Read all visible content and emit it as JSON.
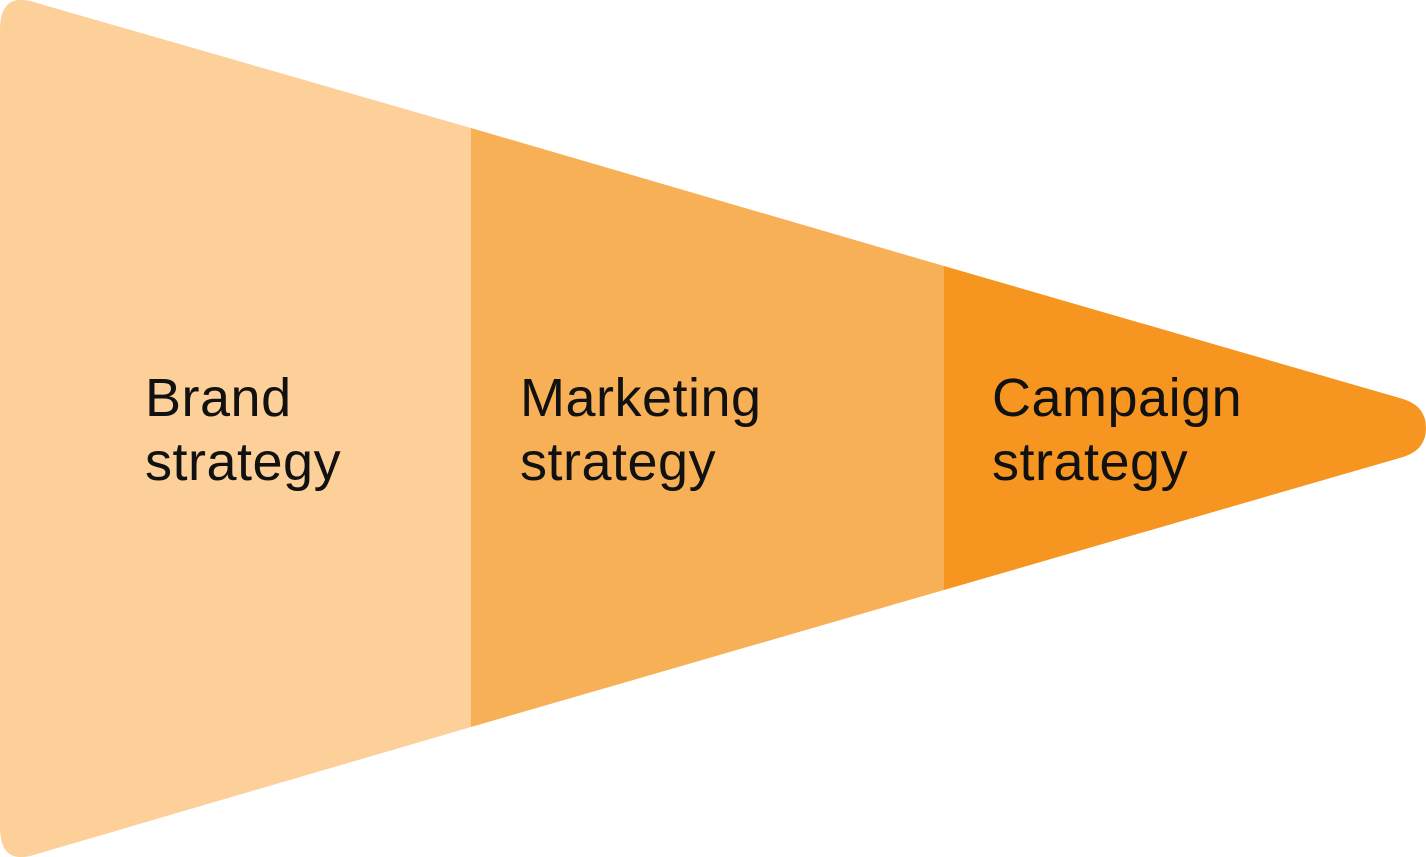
{
  "title": "Strategy funnel",
  "colors": {
    "brand": "#FDD09A",
    "marketing": "#F8B057",
    "campaign": "#F6951F"
  },
  "stages": [
    {
      "line1": "Brand",
      "line2": "strategy"
    },
    {
      "line1": "Marketing",
      "line2": "strategy"
    },
    {
      "line1": "Campaign",
      "line2": "strategy"
    }
  ]
}
